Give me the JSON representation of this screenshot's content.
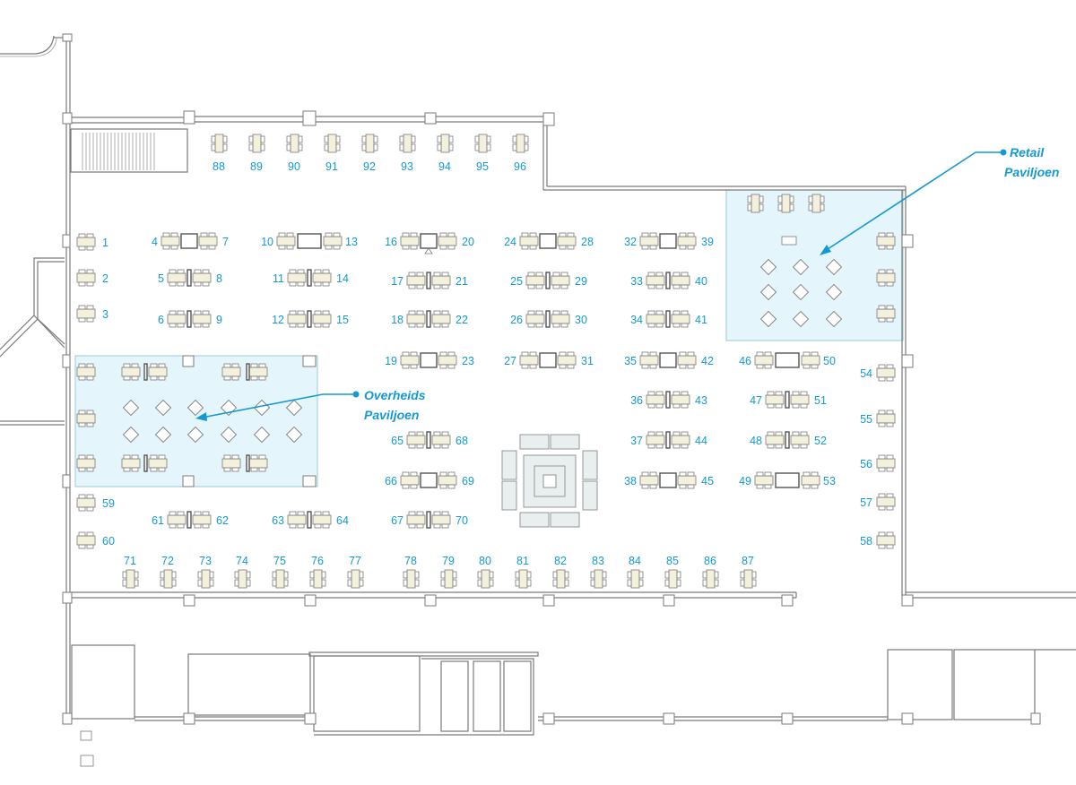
{
  "colors": {
    "label": "#1499d3",
    "pavilion_fill": "#e4f6fb",
    "wall": "#7a7a7a",
    "table": "#f3f1dc"
  },
  "pavilions": {
    "retail": {
      "line1": "Retail",
      "line2": "Paviljoen"
    },
    "overheids": {
      "line1": "Overheids",
      "line2": "Paviljoen"
    }
  },
  "stands": [
    "1",
    "2",
    "3",
    "4",
    "5",
    "6",
    "7",
    "8",
    "9",
    "10",
    "11",
    "12",
    "13",
    "14",
    "15",
    "16",
    "17",
    "18",
    "19",
    "20",
    "21",
    "22",
    "23",
    "24",
    "25",
    "26",
    "27",
    "28",
    "29",
    "30",
    "31",
    "32",
    "33",
    "34",
    "35",
    "36",
    "37",
    "38",
    "39",
    "40",
    "41",
    "42",
    "43",
    "44",
    "45",
    "46",
    "47",
    "48",
    "49",
    "50",
    "51",
    "52",
    "53",
    "54",
    "55",
    "56",
    "57",
    "58",
    "59",
    "60",
    "61",
    "62",
    "63",
    "64",
    "65",
    "66",
    "67",
    "68",
    "69",
    "70",
    "71",
    "72",
    "73",
    "74",
    "75",
    "76",
    "77",
    "78",
    "79",
    "80",
    "81",
    "82",
    "83",
    "84",
    "85",
    "86",
    "87",
    "88",
    "89",
    "90",
    "91",
    "92",
    "93",
    "94",
    "95",
    "96"
  ]
}
